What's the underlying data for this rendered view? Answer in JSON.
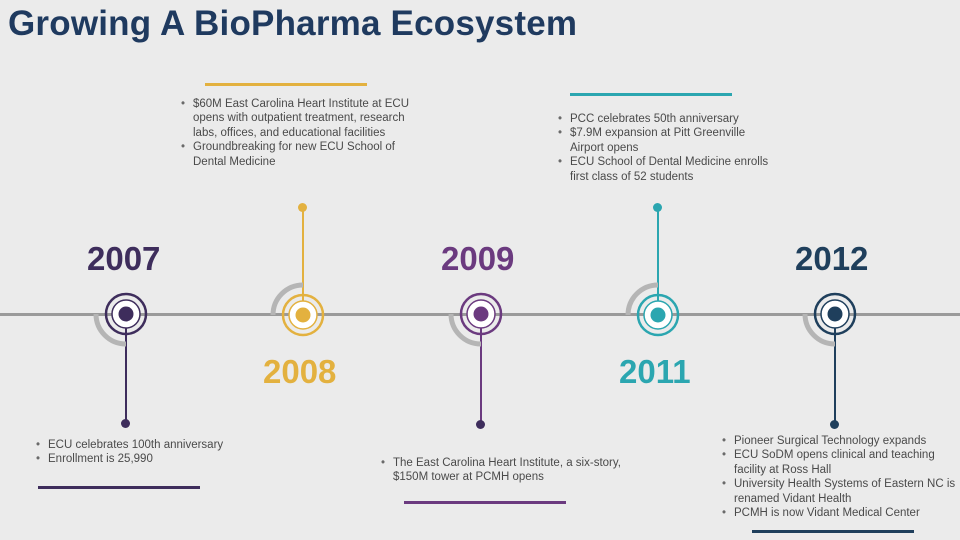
{
  "title": "Growing A Bio​Pharma Ecosystem",
  "colors": {
    "purple_dark": "#3e2d5c",
    "gold": "#e3b13f",
    "purple": "#6b3a7f",
    "teal": "#2ba6b0",
    "navy": "#1f3f5c",
    "timeline": "#9a9a9a"
  },
  "milestones": [
    {
      "year": "2007",
      "notes": [
        "ECU celebrates 100th anniversary",
        "Enrollment is 25,990"
      ]
    },
    {
      "year": "2008",
      "notes": [
        "$60M East Carolina Heart Institute at ECU opens with outpatient treatment, research labs, offices, and educational facilities",
        "Groundbreaking for new ECU School of Dental Medicine"
      ]
    },
    {
      "year": "2009",
      "notes": [
        "The East Carolina Heart Institute, a six-story, $150M tower at PCMH opens"
      ]
    },
    {
      "year": "2011",
      "notes": [
        "PCC celebrates 50th anniversary",
        "$7.9M expansion at Pitt Greenville Airport opens",
        "ECU School of Dental Medicine enrolls first class of 52 students"
      ]
    },
    {
      "year": "2012",
      "notes": [
        "Pioneer Surgical Technology expands",
        "ECU SoDM opens clinical and teaching facility at Ross Hall",
        "University Health Systems of Eastern NC is renamed Vidant Health",
        "PCMH is now Vidant Medical Center"
      ]
    }
  ]
}
